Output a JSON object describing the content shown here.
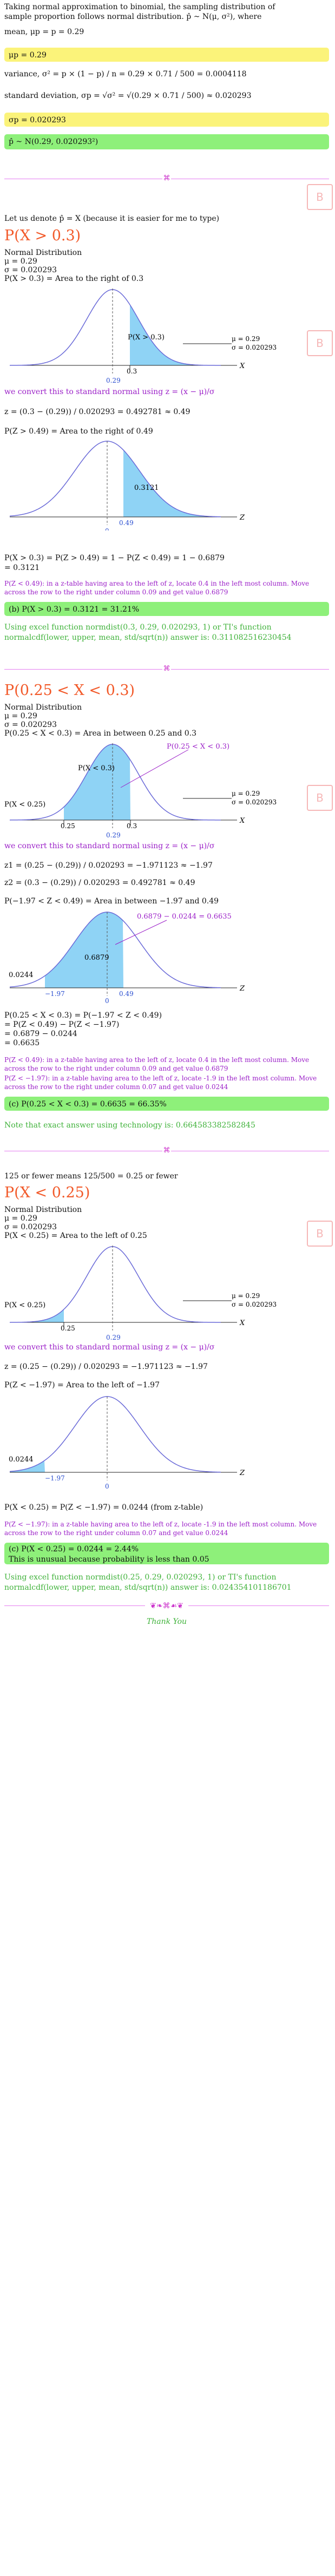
{
  "intro": {
    "line1": "Taking normal approximation to binomial, the sampling distribution of",
    "line2": "sample proportion follows normal distribution. p̂ ~ N(μ, σ²), where",
    "mean": "mean, μp = p = 0.29",
    "mu_box": "μp = 0.29",
    "variance": "variance, σ² = p × (1 − p) / n = 0.29 × 0.71 / 500 = 0.0004118",
    "sd": "standard deviation, σp = √σ² = √(0.29 × 0.71 / 500) ≈ 0.020293",
    "sd_box": "σp = 0.020293",
    "dist_box": "p̂ ~ N(0.29, 0.020293²)"
  },
  "part_b": {
    "intro": "Let us denote p̂ = X (because it is easier for me to type)",
    "title": "P(X > 0.3)",
    "dist": "Normal Distribution",
    "mu": "μ = 0.29",
    "sigma": "σ = 0.020293",
    "area": "P(X > 0.3) = Area to the right of 0.3",
    "graph1": {
      "label": "P(X > 0.3)",
      "mu": "μ = 0.29",
      "sigma": "σ = 0.020293",
      "t1": "0.3",
      "t2": "0.29",
      "axis": "X"
    },
    "convert": "we convert this to standard normal using z = (x − μ)/σ",
    "z": "z = (0.3 − (0.29)) / 0.020293 = 0.492781 ≈ 0.49",
    "pz": "P(Z > 0.49) = Area to the right of 0.49",
    "graph2": {
      "value": "0.3121",
      "t1": "0.49",
      "t2": "0",
      "axis": "Z"
    },
    "calc1": "P(X > 0.3) = P(Z > 0.49) = 1 − P(Z < 0.49) = 1 − 0.6879",
    "calc2": "= 0.3121",
    "note": "P(Z < 0.49): in a z-table having area to the left of z, locate 0.4 in the left most column. Move across the row to the right under column 0.09 and get value 0.6879",
    "answer": "(b) P(X > 0.3) = 0.3121 = 31.21%",
    "excel": "Using excel function normdist(0.3, 0.29, 0.020293, 1) or TI's function normalcdf(lower, upper, mean, std/sqrt(n)) answer is: 0.311082516230454"
  },
  "part_c": {
    "title": "P(0.25 < X < 0.3)",
    "dist": "Normal Distribution",
    "mu": "μ = 0.29",
    "sigma": "σ = 0.020293",
    "area": "P(0.25 < X < 0.3) = Area in between 0.25 and 0.3",
    "graph1": {
      "label": "P(0.25 < X < 0.3)",
      "left": "P(X < 0.3)",
      "leftlow": "P(X < 0.25)",
      "mu": "μ = 0.29",
      "sigma": "σ = 0.020293",
      "t1": "0.25",
      "t2": "0.3",
      "t3": "0.29",
      "axis": "X"
    },
    "convert": "we convert this to standard normal using z = (x − μ)/σ",
    "z1": "z1 = (0.25 − (0.29)) / 0.020293 = −1.971123 ≈ −1.97",
    "z2": "z2 = (0.3 − (0.29)) / 0.020293 = 0.492781 ≈ 0.49",
    "pz": "P(−1.97 < Z < 0.49) = Area in between −1.97 and 0.49",
    "graph2": {
      "label": "0.6879 − 0.0244 = 0.6635",
      "v1": "0.6879",
      "v2": "0.0244",
      "t1": "−1.97",
      "t2": "0.49",
      "t3": "0",
      "axis": "Z"
    },
    "calc1": "P(0.25 < X < 0.3) = P(−1.97 < Z < 0.49)",
    "calc2": "= P(Z < 0.49) − P(Z < −1.97)",
    "calc3": "= 0.6879 − 0.0244",
    "calc4": "= 0.6635",
    "note1": "P(Z < 0.49): in a z-table having area to the left of z, locate 0.4 in the left most column. Move across the row to the right under column 0.09 and get value 0.6879",
    "note2": "P(Z < −1.97): in a z-table having area to the left of z, locate -1.9 in the left most column. Move across the row to the right under column 0.07 and get value 0.0244",
    "answer": "(c) P(0.25 < X < 0.3) = 0.6635 = 66.35%",
    "exact": "Note that exact answer using technology is: 0.664583382582845"
  },
  "part_d": {
    "intro": "125 or fewer means 125/500 = 0.25 or fewer",
    "title": "P(X < 0.25)",
    "dist": "Normal Distribution",
    "mu": "μ = 0.29",
    "sigma": "σ = 0.020293",
    "area": "P(X < 0.25) = Area to the left of 0.25",
    "graph1": {
      "label": "P(X < 0.25)",
      "mu": "μ = 0.29",
      "sigma": "σ = 0.020293",
      "t1": "0.25",
      "t2": "0.29",
      "axis": "X"
    },
    "convert": "we convert this to standard normal using z = (x − μ)/σ",
    "z": "z = (0.25 − (0.29)) / 0.020293 = −1.971123 ≈ −1.97",
    "pz": "P(Z < −1.97) = Area to the left of −1.97",
    "graph2": {
      "value": "0.0244",
      "t1": "−1.97",
      "t2": "0",
      "axis": "Z"
    },
    "calc": "P(X < 0.25) = P(Z < −1.97) = 0.0244 (from z-table)",
    "note": "P(Z < −1.97): in a z-table having area to the left of z, locate -1.9 in the left most column. Move across the row to the right under column 0.07 and get value 0.0244",
    "answer1": "(c) P(X < 0.25) = 0.0244 = 2.44%",
    "answer2": "This is unusual because probability is less than 0.05",
    "excel": "Using excel function normdist(0.25, 0.29, 0.020293, 1) or TI's function normalcdf(lower, upper, mean, std/sqrt(n)) answer is: 0.024354101186701"
  },
  "footer": {
    "ornament": "❦❧⌘☙❦",
    "thanks": "Thank You"
  },
  "sep_mark": "⌘",
  "watermark": "B",
  "colors": {
    "fill": "#8fd3f5",
    "curve": "#6a6ad8",
    "orange": "#f25a2a",
    "purple": "#9b1fc8",
    "green": "#3fb23a",
    "yellow": "#fbf37a",
    "greenbox": "#8ef07a"
  }
}
